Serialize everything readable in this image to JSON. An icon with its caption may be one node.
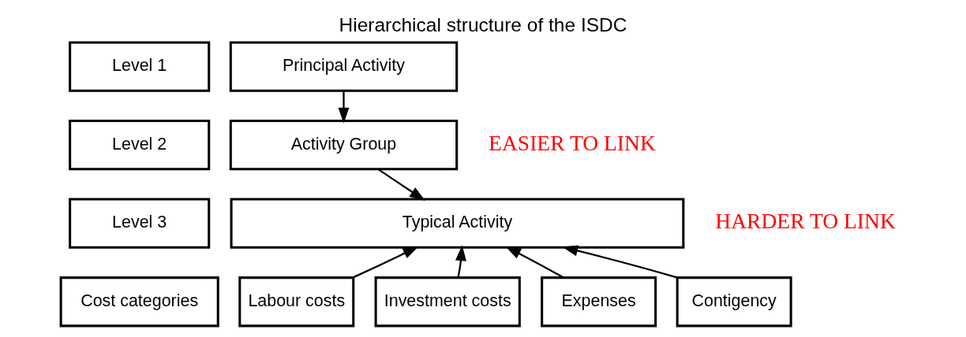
{
  "diagram": {
    "title": "Hierarchical structure of the ISDC",
    "nodes": [
      {
        "text": [
          "Level 1"
        ]
      },
      {
        "text": [
          "Principal Activity"
        ]
      },
      {
        "text": [
          "Level 2"
        ]
      },
      {
        "text": [
          "Activity Group"
        ]
      },
      {
        "text": [
          "Level 3"
        ]
      },
      {
        "text": [
          "Typical Activity"
        ]
      },
      {
        "text": [
          "Cost categories"
        ]
      },
      {
        "text": [
          "Labour costs"
        ]
      },
      {
        "text": [
          "Investment costs"
        ]
      },
      {
        "text": [
          "Expenses"
        ]
      },
      {
        "text": [
          "Contigency"
        ]
      }
    ],
    "edges": [
      {
        "from": 1,
        "to": 3,
        "arrow": "to"
      },
      {
        "from": 3,
        "to": 5,
        "arrow": "to"
      },
      {
        "from": 7,
        "to": 5,
        "arrow": "to"
      },
      {
        "from": 8,
        "to": 5,
        "arrow": "to"
      },
      {
        "from": 9,
        "to": 5,
        "arrow": "to"
      },
      {
        "from": 10,
        "to": 5,
        "arrow": "to"
      }
    ],
    "labels": [
      "EASIER TO LINK",
      "HARDER TO LINK"
    ]
  }
}
